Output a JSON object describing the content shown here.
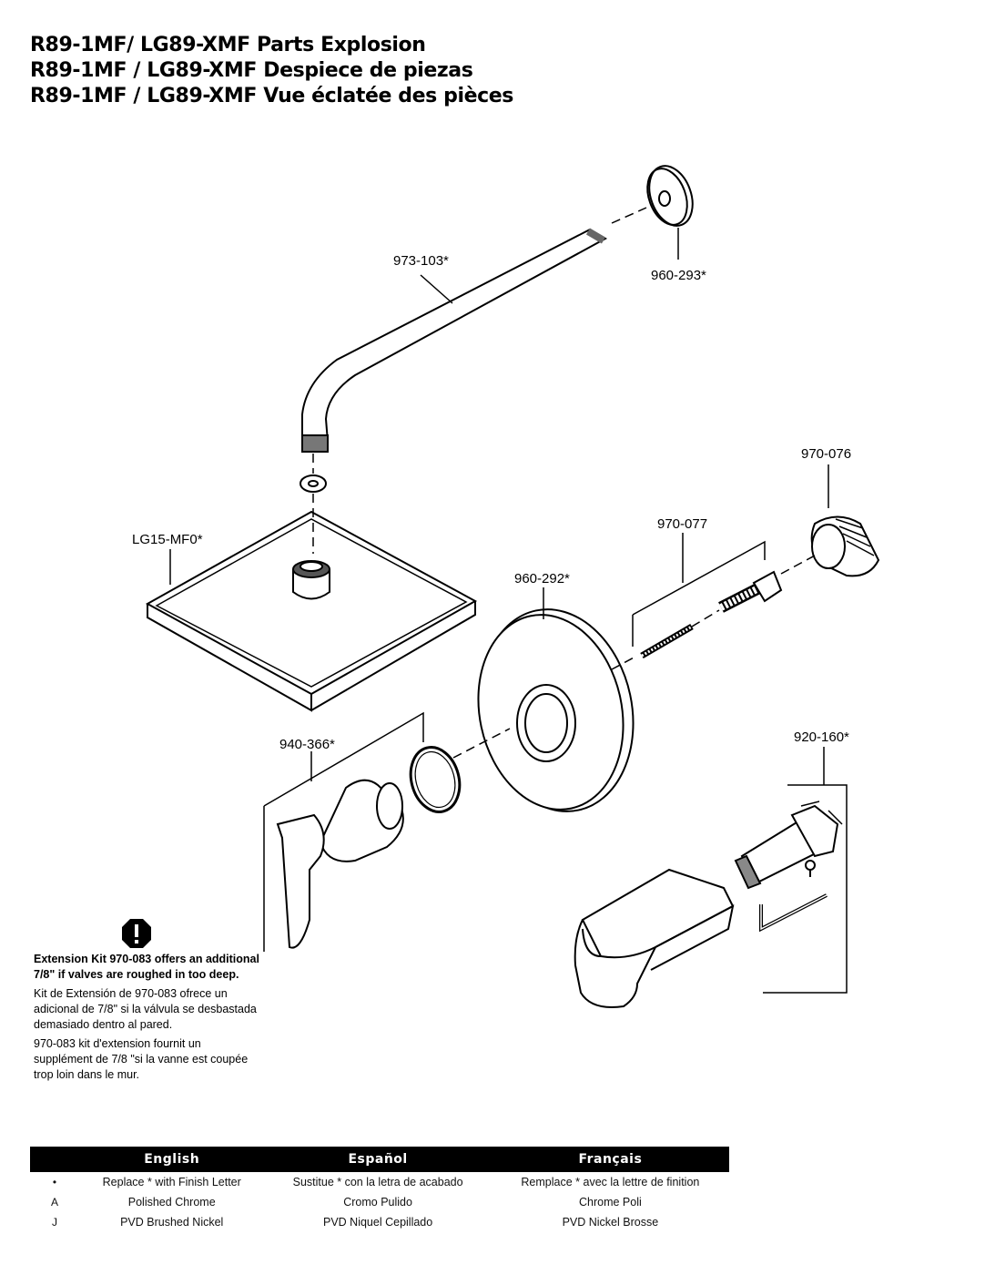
{
  "titles": [
    "R89-1MF/ LG89-XMF Parts Explosion",
    "R89-1MF / LG89-XMF Despiece de piezas",
    "R89-1MF / LG89-XMF Vue éclatée des pièces"
  ],
  "parts": {
    "shower_arm": "973-103*",
    "arm_flange": "960-293*",
    "shower_head": "LG15-MF0*",
    "stop_tube": "970-076",
    "screws": "970-077",
    "escutcheon": "960-292*",
    "handle": "940-366*",
    "tub_spout": "920-160*"
  },
  "note": {
    "icon": "warning-exclamation-icon",
    "english": "Extension Kit 970-083 offers an additional 7/8\" if valves are roughed in too deep.",
    "spanish": "Kit de Extensión de 970-083 ofrece un adicional de 7/8\" si la válvula se desbastada demasiado dentro al pared.",
    "french": "970-083 kit d'extension fournit un supplément de 7/8 \"si la vanne est coupée trop loin dans le mur."
  },
  "legend": {
    "headers": [
      "English",
      "Español",
      "Français"
    ],
    "rows": [
      {
        "code": "•",
        "en": "Replace * with Finish Letter",
        "es": "Sustitue * con la letra de acabado",
        "fr": "Remplace * avec la lettre de finition"
      },
      {
        "code": "A",
        "en": "Polished Chrome",
        "es": "Cromo Pulido",
        "fr": "Chrome Poli"
      },
      {
        "code": "J",
        "en": "PVD Brushed Nickel",
        "es": "PVD Niquel Cepillado",
        "fr": "PVD Nickel Brosse"
      }
    ]
  }
}
